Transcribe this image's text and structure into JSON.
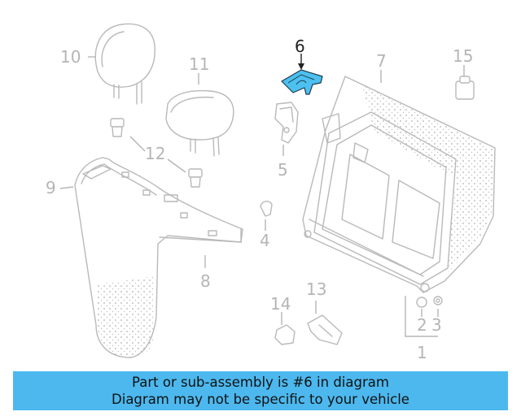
{
  "diagram": {
    "callouts": {
      "c1": "1",
      "c2": "2",
      "c3": "3",
      "c4": "4",
      "c5": "5",
      "c6": "6",
      "c7": "7",
      "c8": "8",
      "c9": "9",
      "c10": "10",
      "c11": "11",
      "c12": "12",
      "c13": "13",
      "c14": "14",
      "c15": "15"
    },
    "highlighted_part": "6",
    "highlight_color": "#4cc0f0",
    "line_color": "#b9b9b9"
  },
  "banner": {
    "line1": "Part or sub-assembly is #6 in diagram",
    "line2": "Diagram may not be specific to your vehicle",
    "color": "#4cb8ee"
  }
}
